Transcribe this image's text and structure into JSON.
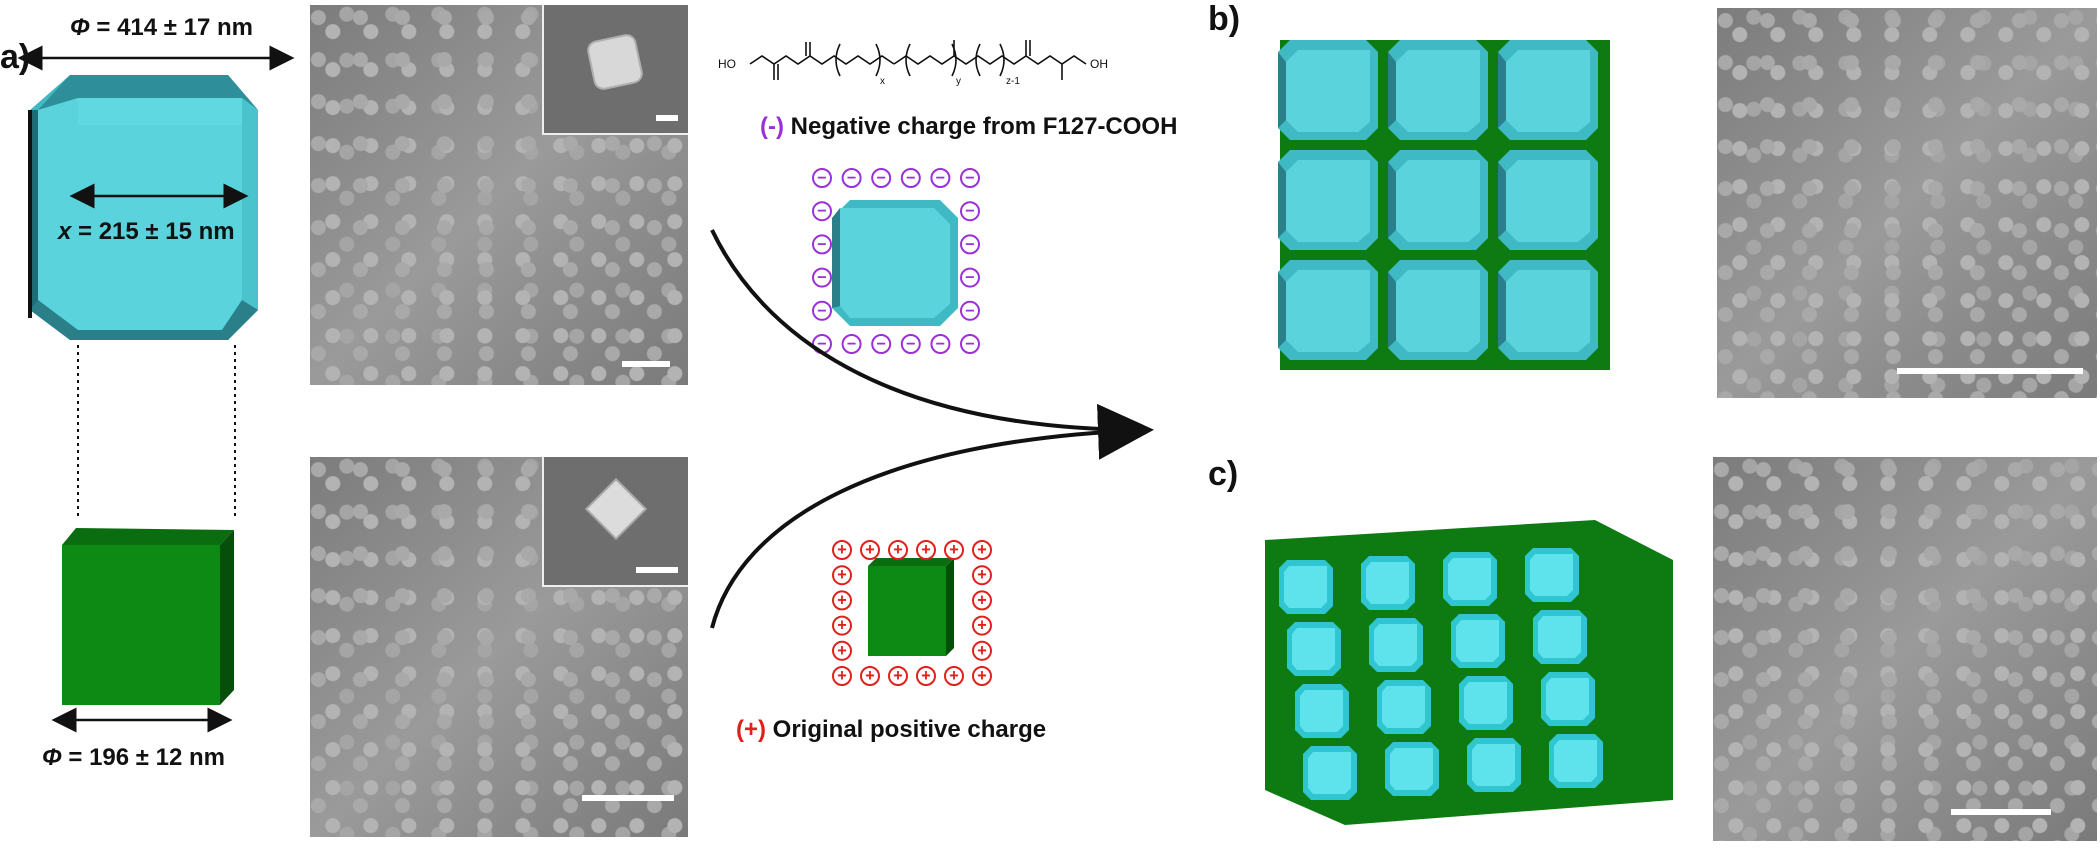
{
  "panels": {
    "a": "a)",
    "b": "b)",
    "c": "c)"
  },
  "truncated_cube": {
    "phi_symbol": "Φ",
    "outer_value": " = 414 ± 17 nm",
    "x_symbol": "x",
    "edge_value": " = 215 ± 15 nm",
    "color": "#5ad3dc"
  },
  "cube": {
    "phi_symbol": "Φ",
    "edge_value": " = 196 ± 12 nm",
    "color": "#0d8a13"
  },
  "molecule": {
    "hooh_left": "HO",
    "hooh_right": "OH",
    "sub_x": "x",
    "sub_y": "y",
    "sub_z": "z-1"
  },
  "negative_label": {
    "sign": "(-)",
    "text": " Negative charge from F127-COOH",
    "color": "#9b30d9"
  },
  "positive_label": {
    "sign": "(+)",
    "text": " Original positive charge",
    "color": "#e0201b"
  },
  "charge_glyphs": {
    "negative": "−",
    "positive": "+"
  }
}
